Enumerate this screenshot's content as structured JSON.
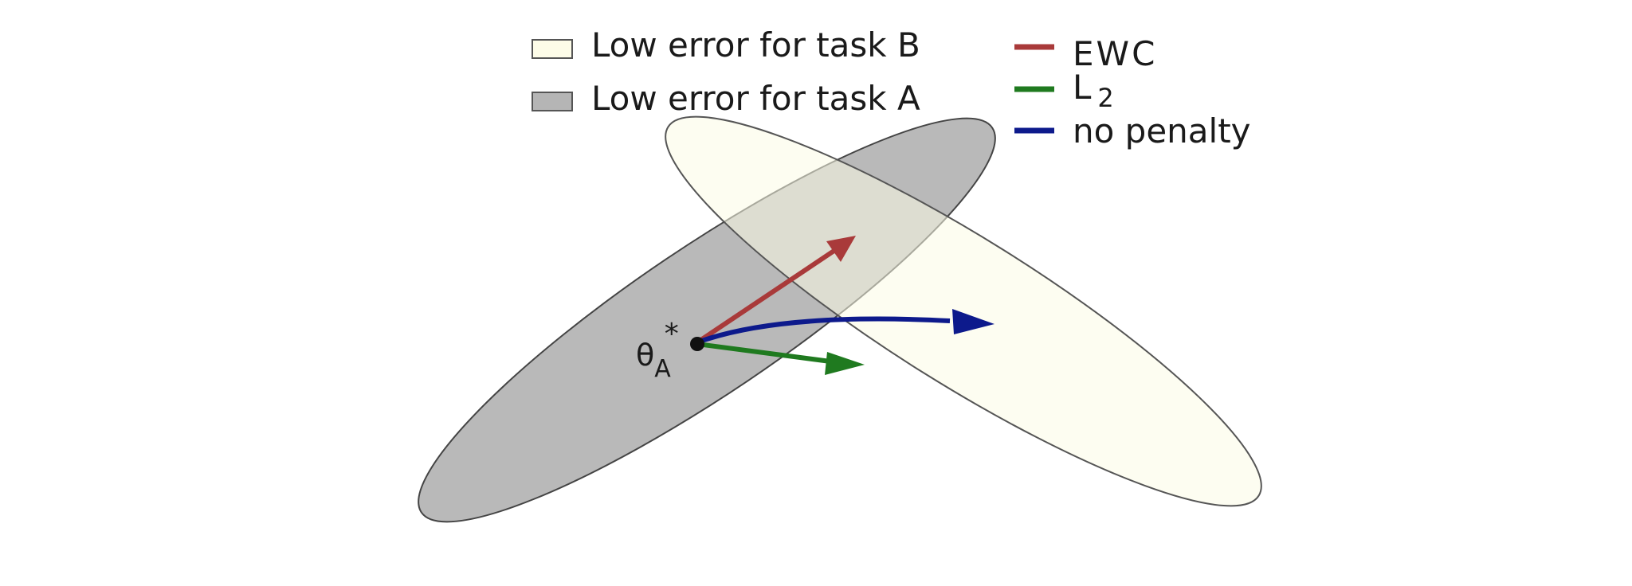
{
  "legend_regions": [
    {
      "label": "Low error for task B",
      "fill": "#fdfce8"
    },
    {
      "label": "Low error for task A",
      "fill": "#b5b5b5"
    }
  ],
  "legend_methods": [
    {
      "label": "EWC",
      "color": "#a93a3a"
    },
    {
      "label": "L",
      "subscript": "2",
      "color": "#1f7a1f"
    },
    {
      "label": "no penalty",
      "color": "#0d1a8c"
    }
  ],
  "point_label": {
    "base": "θ",
    "sub": "A",
    "sup": "*"
  },
  "colors": {
    "task_a_fill": "#a9a9a9",
    "task_b_fill": "#fbfbe6",
    "outline": "#444444",
    "ewc": "#a93a3a",
    "l2": "#1f7a1f",
    "no_penalty": "#0d1a8c"
  }
}
